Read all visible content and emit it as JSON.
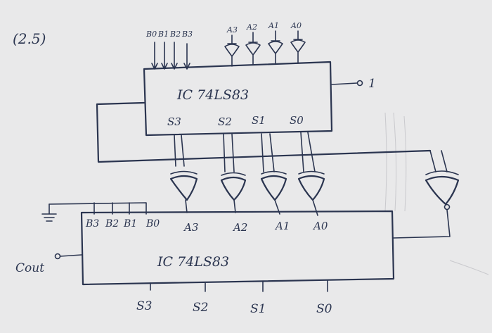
{
  "problem_label": "(2.5)",
  "chip1": {
    "name": "IC 74LS83",
    "b_inputs": [
      "B0",
      "B1",
      "B2",
      "B3"
    ],
    "a_inputs": [
      "A3",
      "A2",
      "A1",
      "A0"
    ],
    "sum_outputs": [
      "S3",
      "S2",
      "S1",
      "S0"
    ],
    "carry_in_value": "1"
  },
  "chip2": {
    "name": "IC 74LS83",
    "b_inputs": [
      "B3",
      "B2",
      "B1",
      "B0"
    ],
    "a_inputs": [
      "A3",
      "A2",
      "A1",
      "A0"
    ],
    "carry_out_label": "Cout"
  },
  "final_outputs": [
    "S3",
    "S2",
    "S1",
    "S0"
  ],
  "colors": {
    "ink": "#2b3550",
    "paper": "#e9e9ea"
  }
}
